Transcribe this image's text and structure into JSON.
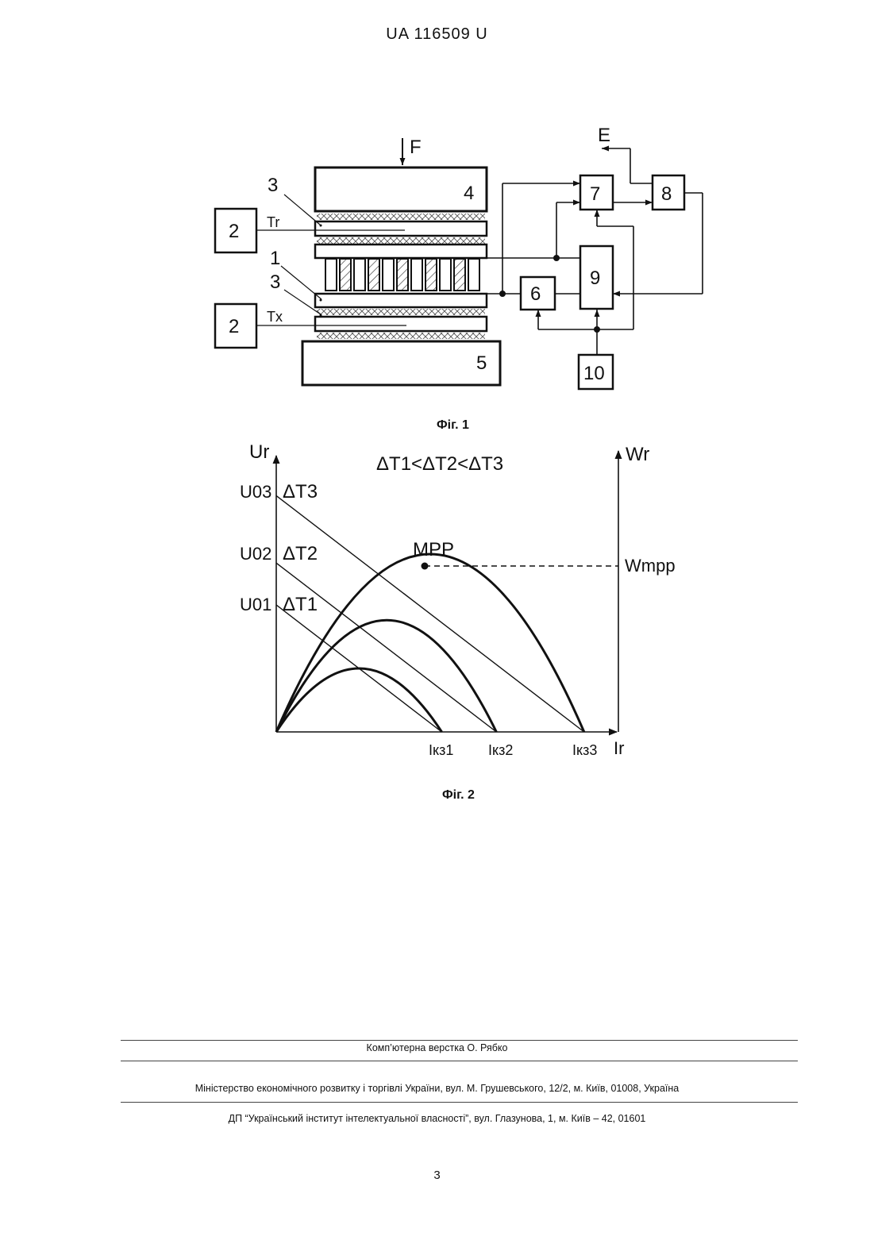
{
  "header": {
    "doc_number": "UA   116509   U"
  },
  "figure1": {
    "caption": "Фіг. 1",
    "labels": {
      "force": "F",
      "output": "E",
      "b4": "4",
      "b5": "5",
      "b2_top": "2",
      "b2_bottom": "2",
      "b3_top": "3",
      "b3_bottom": "3",
      "b1": "1",
      "hot_temp": "Tr",
      "cold_temp": "Tx",
      "b6": "6",
      "b7": "7",
      "b8": "8",
      "b9": "9",
      "b10": "10"
    }
  },
  "figure2": {
    "caption": "Фіг. 2",
    "legend_relation": "ΔT1<ΔT2<ΔT3",
    "mpp_label": "MPP",
    "y_left": "Ur",
    "y_right": "Wr",
    "x_axis": "Ir",
    "w_mpp": "Wmpp",
    "u_labels": [
      "U03",
      "U02",
      "U01"
    ],
    "dt_labels": [
      "ΔT3",
      "ΔT2",
      "ΔT1"
    ],
    "i_labels": [
      "Iкз1",
      "Iкз2",
      "Iкз3"
    ]
  },
  "chart_data": {
    "type": "line",
    "title": "",
    "xlabel": "Ir",
    "ylabel": "Ur",
    "y2label": "Wr",
    "series": [
      {
        "name": "ΔT1",
        "kind": "voltage",
        "x": [
          0,
          1
        ],
        "y": [
          1,
          0
        ]
      },
      {
        "name": "ΔT2",
        "kind": "voltage",
        "x": [
          0,
          1.33
        ],
        "y": [
          1.33,
          0
        ]
      },
      {
        "name": "ΔT3",
        "kind": "voltage",
        "x": [
          0,
          1.86
        ],
        "y": [
          1.86,
          0
        ]
      },
      {
        "name": "ΔT1",
        "kind": "power",
        "x": [
          0,
          0.5,
          1
        ],
        "y": [
          0,
          0.5,
          0
        ]
      },
      {
        "name": "ΔT2",
        "kind": "power",
        "x": [
          0,
          0.67,
          1.33
        ],
        "y": [
          0,
          0.88,
          0
        ]
      },
      {
        "name": "ΔT3",
        "kind": "power",
        "x": [
          0,
          0.93,
          1.86
        ],
        "y": [
          0,
          1.4,
          0
        ]
      }
    ],
    "grid": false
  },
  "footer": {
    "typesetting": "Комп’ютерна верстка О. Рябко",
    "ministry": "Міністерство економічного розвитку і торгівлі України, вул. М. Грушевського, 12/2, м. Київ, 01008, Україна",
    "institute": "ДП “Український інститут інтелектуальної власності”, вул. Глазунова, 1, м. Київ – 42, 01601",
    "page_number": "3"
  }
}
